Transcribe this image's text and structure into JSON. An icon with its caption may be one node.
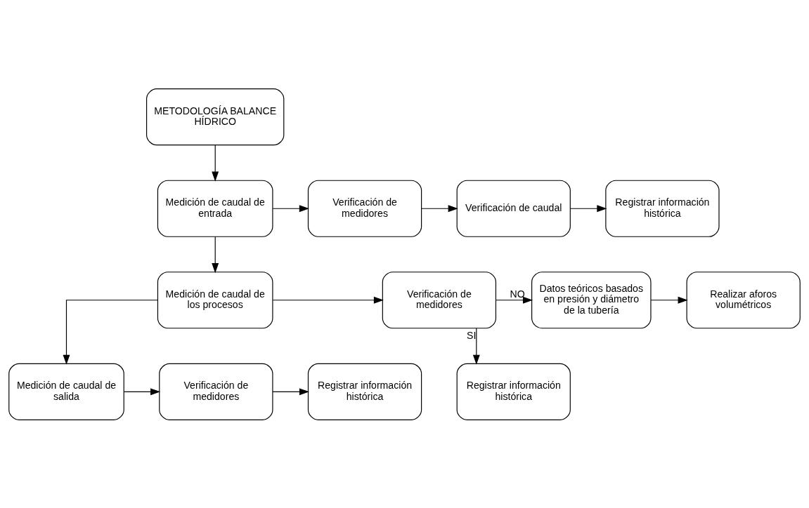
{
  "diagram": {
    "nodes": [
      {
        "text": [
          "METODOLOGÍA BALANCE HÍDRICO"
        ]
      },
      {
        "text": [
          "Medición de caudal de entrada"
        ]
      },
      {
        "text": [
          "Verificación de medidores"
        ]
      },
      {
        "text": [
          "Verificación de caudal"
        ]
      },
      {
        "text": [
          "Registrar información histórica"
        ]
      },
      {
        "text": [
          "Medición de caudal de los procesos"
        ]
      },
      {
        "text": [
          "Verificación de medidores"
        ]
      },
      {
        "text": [
          "Registrar información histórica"
        ]
      },
      {
        "text": [
          "Datos teóricos basados en presión y diámetro de la tubería"
        ]
      },
      {
        "text": [
          "Realizar aforos volumétricos"
        ]
      },
      {
        "text": [
          "Medición de caudal de salida"
        ]
      },
      {
        "text": [
          "Verificación de medidores"
        ]
      },
      {
        "text": [
          "Registrar información histórica"
        ]
      }
    ],
    "edges": [
      {
        "from": 0,
        "to": 1,
        "arrow": "to"
      },
      {
        "from": 1,
        "to": 2,
        "arrow": "to"
      },
      {
        "from": 2,
        "to": 3,
        "arrow": "to"
      },
      {
        "from": 3,
        "to": 4,
        "arrow": "to"
      },
      {
        "from": 1,
        "to": 5,
        "arrow": "to"
      },
      {
        "from": 5,
        "to": 6,
        "arrow": "to"
      },
      {
        "from": 6,
        "to": 7,
        "arrow": "to",
        "label": "SI"
      },
      {
        "from": 6,
        "to": 8,
        "arrow": "to",
        "label": "NO"
      },
      {
        "from": 8,
        "to": 9,
        "arrow": "to"
      },
      {
        "from": 5,
        "to": 10,
        "arrow": "to"
      },
      {
        "from": 10,
        "to": 11,
        "arrow": "to"
      },
      {
        "from": 11,
        "to": 12,
        "arrow": "to"
      }
    ]
  }
}
